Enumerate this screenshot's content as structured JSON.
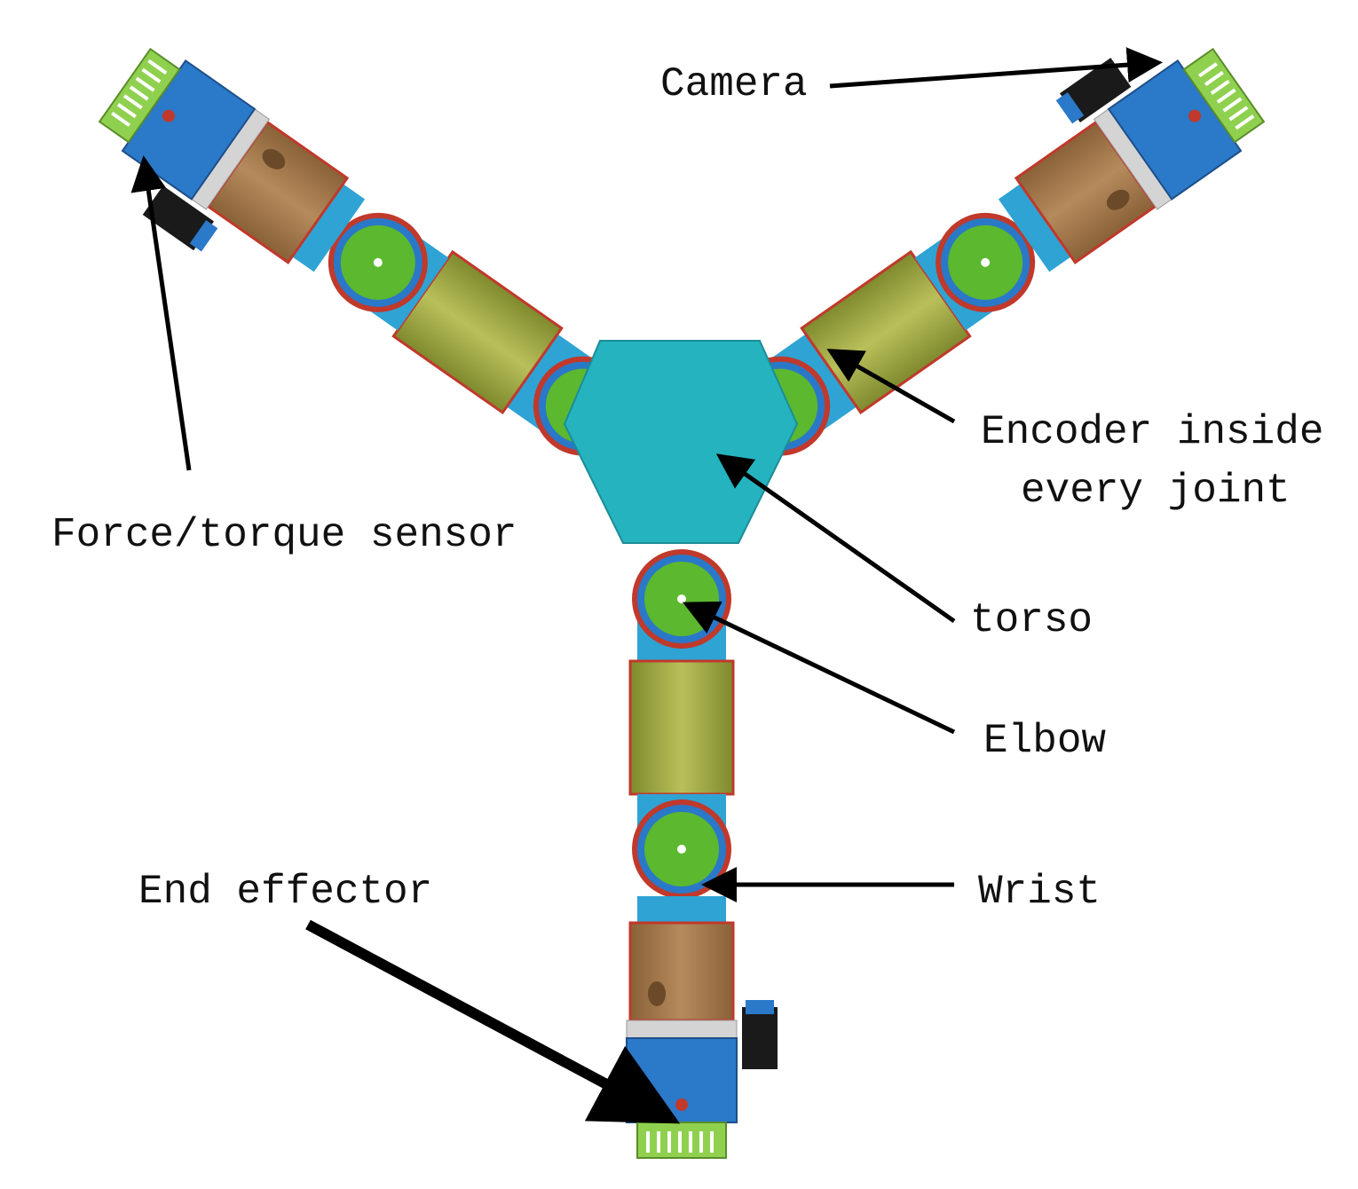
{
  "labels": {
    "camera": "Camera",
    "encoder_line1": "Encoder inside",
    "encoder_line2": "every joint",
    "force_sensor": "Force/torque sensor",
    "torso": "torso",
    "elbow": "Elbow",
    "wrist": "Wrist",
    "end_effector": "End effector"
  },
  "colors": {
    "link_blue": "#2fa3d4",
    "torso_teal": "#25b3bf",
    "joint_green": "#5cb82e",
    "joint_ring_red": "#c0392b",
    "upper_link_olive": "#a3a84a",
    "forearm_brown": "#a0784f",
    "effector_blue": "#2b79c9",
    "gripper_green": "#8fd14f",
    "camera_black": "#1a1a1a",
    "arrow": "#000000"
  }
}
